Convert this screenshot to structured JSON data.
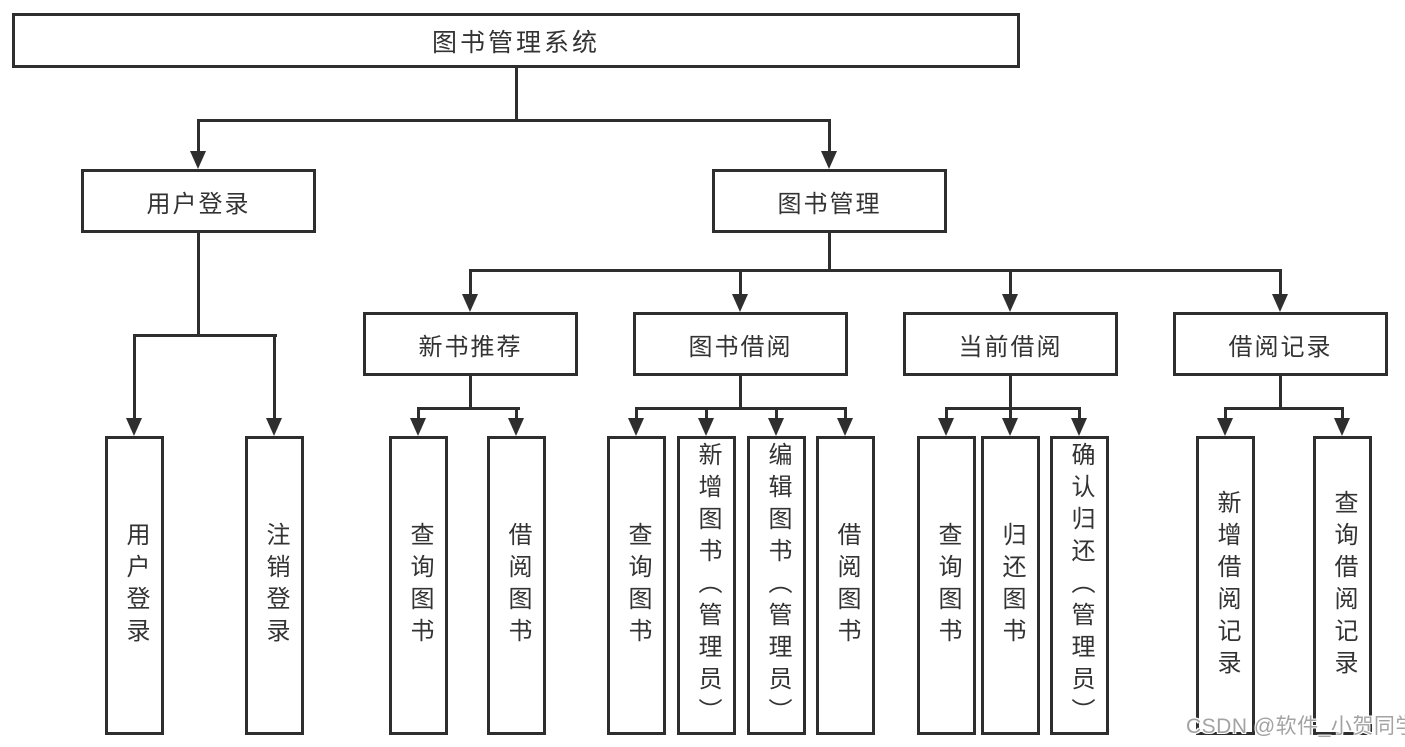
{
  "diagram": {
    "root": {
      "label": "图书管理系统"
    },
    "branches": [
      {
        "label": "用户登录",
        "children": [
          "用户登录",
          "注销登录"
        ]
      },
      {
        "label": "图书管理",
        "children": [
          {
            "label": "新书推荐",
            "children": [
              "查询图书",
              "借阅图书"
            ]
          },
          {
            "label": "图书借阅",
            "children": [
              "查询图书",
              "新增图书（管理员）",
              "编辑图书（管理员）",
              "借阅图书"
            ]
          },
          {
            "label": "当前借阅",
            "children": [
              "查询图书",
              "归还图书",
              "确认归还（管理员）"
            ]
          },
          {
            "label": "借阅记录",
            "children": [
              "新增借阅记录",
              "查询借阅记录"
            ]
          }
        ]
      }
    ]
  },
  "watermark": "CSDN @软件_小贺同学",
  "colors": {
    "line": "#2e2e2e",
    "text": "#333333",
    "background": "#ffffff",
    "watermark": "#a3a3a3"
  }
}
